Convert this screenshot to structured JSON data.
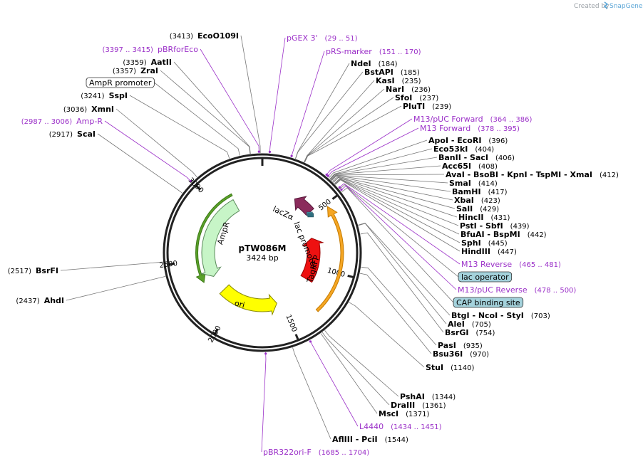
{
  "credit": {
    "text": "Created by",
    "brand": "SnapGene"
  },
  "plasmid": {
    "name": "pTW086M",
    "size_label": "3424 bp",
    "length_bp": 3424
  },
  "ruler": [
    {
      "label": "500",
      "bp": 500
    },
    {
      "label": "1000",
      "bp": 1000
    },
    {
      "label": "1500",
      "bp": 1500
    },
    {
      "label": "2000",
      "bp": 2000
    },
    {
      "label": "2500",
      "bp": 2500
    },
    {
      "label": "3000",
      "bp": 3000
    }
  ],
  "features": [
    {
      "label": "lacZα",
      "start": 295,
      "end": 470,
      "direction": "reverse",
      "color": "#8b2b5c"
    },
    {
      "label": "lac promoter",
      "start": 520,
      "end": 1300,
      "direction": "reverse",
      "color": "#ffffff"
    },
    {
      "label": "TagRFP",
      "start": 700,
      "end": 1150,
      "direction": "reverse",
      "color": "#ee1111"
    },
    {
      "label": "ori",
      "start": 1560,
      "end": 2150,
      "direction": "reverse",
      "color": "#ffff00"
    },
    {
      "label": "AmpR",
      "start": 2320,
      "end": 3150,
      "direction": "reverse",
      "color": "#c7f5c7"
    }
  ],
  "boxed_features": [
    {
      "label": "AmpR promoter",
      "fill": "#ffffff"
    },
    {
      "label": "lac operator",
      "fill": "#a4d2dc"
    },
    {
      "label": "CAP binding site",
      "fill": "#a4d2dc"
    }
  ],
  "labels": {
    "left": [
      {
        "kind": "enzyme",
        "name": "EcoO109I",
        "pos": "(3413)"
      },
      {
        "kind": "primer",
        "name": "pBRforEco",
        "pos": "(3397 .. 3415)"
      },
      {
        "kind": "enzyme",
        "name": "AatII",
        "pos": "(3359)"
      },
      {
        "kind": "enzyme",
        "name": "ZraI",
        "pos": "(3357)"
      },
      {
        "kind": "feature",
        "name": "AmpR promoter",
        "pos": ""
      },
      {
        "kind": "enzyme",
        "name": "SspI",
        "pos": "(3241)"
      },
      {
        "kind": "enzyme",
        "name": "XmnI",
        "pos": "(3036)"
      },
      {
        "kind": "primer",
        "name": "Amp-R",
        "pos": "(2987 .. 3006)"
      },
      {
        "kind": "enzyme",
        "name": "ScaI",
        "pos": "(2917)"
      },
      {
        "kind": "enzyme",
        "name": "BsrFI",
        "pos": "(2517)"
      },
      {
        "kind": "enzyme",
        "name": "AhdI",
        "pos": "(2437)"
      }
    ],
    "right": [
      {
        "kind": "primer",
        "name": "pGEX 3'",
        "pos": "(29 .. 51)"
      },
      {
        "kind": "primer",
        "name": "pRS-marker",
        "pos": "(151 .. 170)"
      },
      {
        "kind": "enzyme",
        "name": "NdeI",
        "pos": "(184)"
      },
      {
        "kind": "enzyme",
        "name": "BstAPI",
        "pos": "(185)"
      },
      {
        "kind": "enzyme",
        "name": "KasI",
        "pos": "(235)"
      },
      {
        "kind": "enzyme",
        "name": "NarI",
        "pos": "(236)"
      },
      {
        "kind": "enzyme",
        "name": "SfoI",
        "pos": "(237)"
      },
      {
        "kind": "enzyme",
        "name": "PluTI",
        "pos": "(239)"
      },
      {
        "kind": "primer",
        "name": "M13/pUC Forward",
        "pos": "(364 .. 386)"
      },
      {
        "kind": "primer",
        "name": "M13 Forward",
        "pos": "(378 .. 395)"
      },
      {
        "kind": "enzyme",
        "name": "ApoI - EcoRI",
        "pos": "(396)"
      },
      {
        "kind": "enzyme",
        "name": "Eco53kI",
        "pos": "(404)"
      },
      {
        "kind": "enzyme",
        "name": "BanII - SacI",
        "pos": "(406)"
      },
      {
        "kind": "enzyme",
        "name": "Acc65I",
        "pos": "(408)"
      },
      {
        "kind": "enzyme",
        "name": "AvaI - BsoBI - KpnI - TspMI - XmaI",
        "pos": "(412)"
      },
      {
        "kind": "enzyme",
        "name": "SmaI",
        "pos": "(414)"
      },
      {
        "kind": "enzyme",
        "name": "BamHI",
        "pos": "(417)"
      },
      {
        "kind": "enzyme",
        "name": "XbaI",
        "pos": "(423)"
      },
      {
        "kind": "enzyme",
        "name": "SalI",
        "pos": "(429)"
      },
      {
        "kind": "enzyme",
        "name": "HincII",
        "pos": "(431)"
      },
      {
        "kind": "enzyme",
        "name": "PstI - SbfI",
        "pos": "(439)"
      },
      {
        "kind": "enzyme",
        "name": "BfuAI - BspMI",
        "pos": "(442)"
      },
      {
        "kind": "enzyme",
        "name": "SphI",
        "pos": "(445)"
      },
      {
        "kind": "enzyme",
        "name": "HindIII",
        "pos": "(447)"
      },
      {
        "kind": "primer",
        "name": "M13 Reverse",
        "pos": "(465 .. 481)"
      },
      {
        "kind": "feature",
        "name": "lac operator",
        "pos": ""
      },
      {
        "kind": "primer",
        "name": "M13/pUC Reverse",
        "pos": "(478 .. 500)"
      },
      {
        "kind": "feature",
        "name": "CAP binding site",
        "pos": ""
      },
      {
        "kind": "enzyme",
        "name": "BtgI - NcoI - StyI",
        "pos": "(703)"
      },
      {
        "kind": "enzyme",
        "name": "AleI",
        "pos": "(705)"
      },
      {
        "kind": "enzyme",
        "name": "BsrGI",
        "pos": "(754)"
      },
      {
        "kind": "enzyme",
        "name": "PasI",
        "pos": "(935)"
      },
      {
        "kind": "enzyme",
        "name": "Bsu36I",
        "pos": "(970)"
      },
      {
        "kind": "enzyme",
        "name": "StuI",
        "pos": "(1140)"
      },
      {
        "kind": "enzyme",
        "name": "PshAI",
        "pos": "(1344)"
      },
      {
        "kind": "enzyme",
        "name": "DraIII",
        "pos": "(1361)"
      },
      {
        "kind": "enzyme",
        "name": "MscI",
        "pos": "(1371)"
      },
      {
        "kind": "primer",
        "name": "L4440",
        "pos": "(1434 .. 1451)"
      },
      {
        "kind": "enzyme",
        "name": "AflIII - PciI",
        "pos": "(1544)"
      },
      {
        "kind": "primer",
        "name": "pBR322ori-F",
        "pos": "(1685 .. 1704)"
      }
    ]
  },
  "colors": {
    "backbone": "#222222",
    "primer": "#9b30c8",
    "leader": "#777777",
    "enzyme_text": "#000000"
  }
}
